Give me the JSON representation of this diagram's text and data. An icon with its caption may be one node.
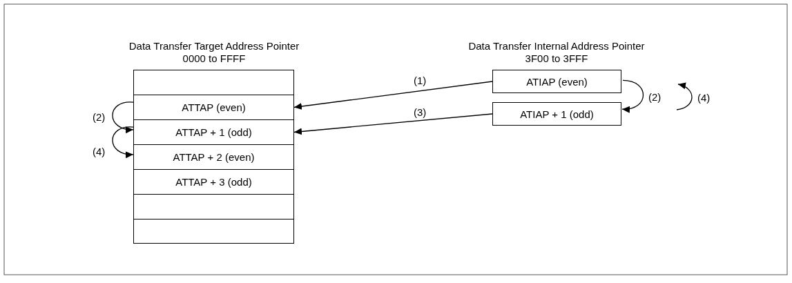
{
  "diagram": {
    "nodes": [
      {
        "text": [
          "Data Transfer Target Address Pointer",
          "0000 to FFFF"
        ]
      },
      {
        "text": [],
        "shape": "box",
        "in": 0
      },
      {
        "text": [
          "ATTAP (even)"
        ],
        "in": 0
      },
      {
        "text": [
          "ATTAP + 1 (odd)"
        ],
        "in": 0
      },
      {
        "text": [
          "ATTAP + 2 (even)"
        ],
        "in": 0
      },
      {
        "text": [
          "ATTAP + 3 (odd)"
        ],
        "in": 0
      },
      {
        "text": [],
        "shape": "box",
        "in": 0
      },
      {
        "text": [],
        "shape": "box",
        "in": 0
      },
      {
        "text": [
          "ATIAP (even)"
        ]
      },
      {
        "text": [
          "ATIAP + 1 (odd)"
        ]
      }
    ],
    "edges": [
      {
        "from": 8,
        "to": 2,
        "arrow": "to",
        "label": "(1)"
      },
      {
        "from": 9,
        "to": 3,
        "arrow": "to",
        "label": "(3)"
      },
      {
        "from": 2,
        "to": 3,
        "arrow": "to",
        "label": "(2)"
      },
      {
        "from": 3,
        "to": 4,
        "arrow": "to",
        "label": "(4)"
      },
      {
        "from": 8,
        "to": 9,
        "arrow": "to",
        "label": "(2)"
      }
    ],
    "labels": [
      "Data Transfer Internal Address Pointer",
      "3F00 to 3FFF",
      "(4)"
    ]
  }
}
